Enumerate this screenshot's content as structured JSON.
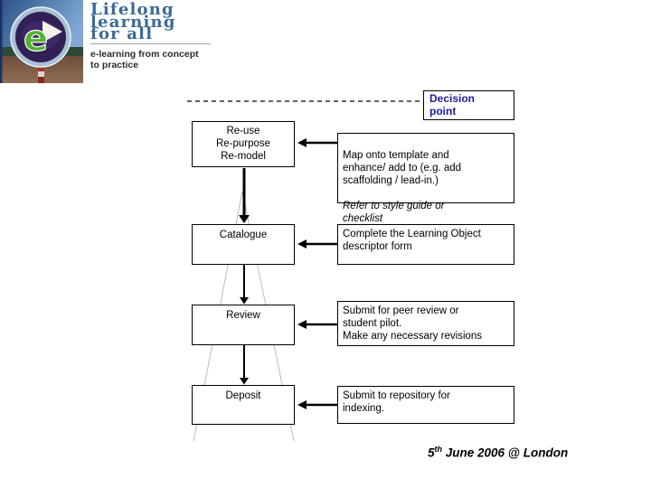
{
  "branding": {
    "title": "Lifelong\nlearning\nfor all",
    "tagline": "e-learning from concept\nto practice",
    "title_color": "#3a6a96",
    "logo_letter": "e",
    "logo_icons": [
      "e-logo-icon",
      "play-arrow-icon",
      "signpost-photo"
    ]
  },
  "decision": {
    "label": "Decision\npoint",
    "color": "#1d1d9e"
  },
  "flow": {
    "steps": [
      {
        "label": "Re-use\nRe-purpose\nRe-model",
        "note": "Map onto template and\nenhance/ add to (e.g. add\nscaffolding / lead-in.)",
        "note_italic": "Refer to style guide or\nchecklist"
      },
      {
        "label": "Catalogue",
        "note": "Complete the Learning Object\ndescriptor form",
        "note_italic": ""
      },
      {
        "label": "Review",
        "note": "Submit for peer review or\nstudent pilot.\nMake any necessary revisions",
        "note_italic": ""
      },
      {
        "label": "Deposit",
        "note": "Submit to repository for\nindexing.",
        "note_italic": ""
      }
    ]
  },
  "footer": {
    "day": "5",
    "ordinal": "th",
    "rest": " June 2006 @ London"
  },
  "colors": {
    "box_border": "#000000",
    "arrow_black": "#000000",
    "backdrop_triangle_gray": "#bbbbbb",
    "title_blue": "#3a6a96",
    "decision_navy": "#1d1d9e"
  }
}
